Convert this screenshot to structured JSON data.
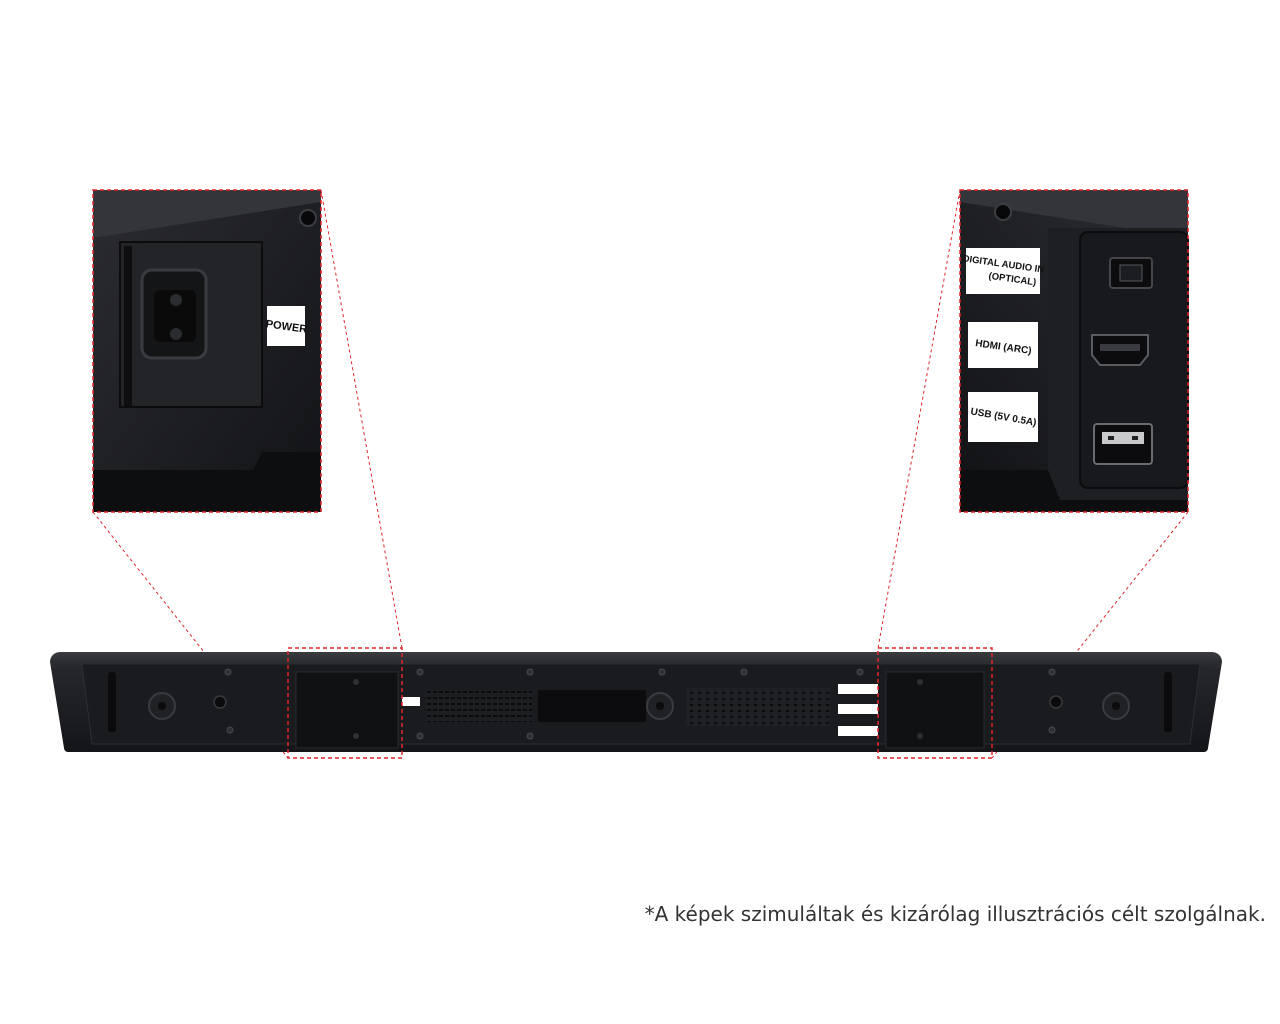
{
  "labels": {
    "power": "POWER",
    "optical_line1": "DIGITAL AUDIO IN",
    "optical_line2": "(OPTICAL)",
    "hdmi": "HDMI (ARC)",
    "usb": "USB (5V 0.5A)"
  },
  "disclaimer": "*A képek szimuláltak és kizárólag illusztrációs célt szolgálnak.",
  "colors": {
    "background": "#ffffff",
    "device": "#1c1d20",
    "callout_border": "#e0262b"
  }
}
